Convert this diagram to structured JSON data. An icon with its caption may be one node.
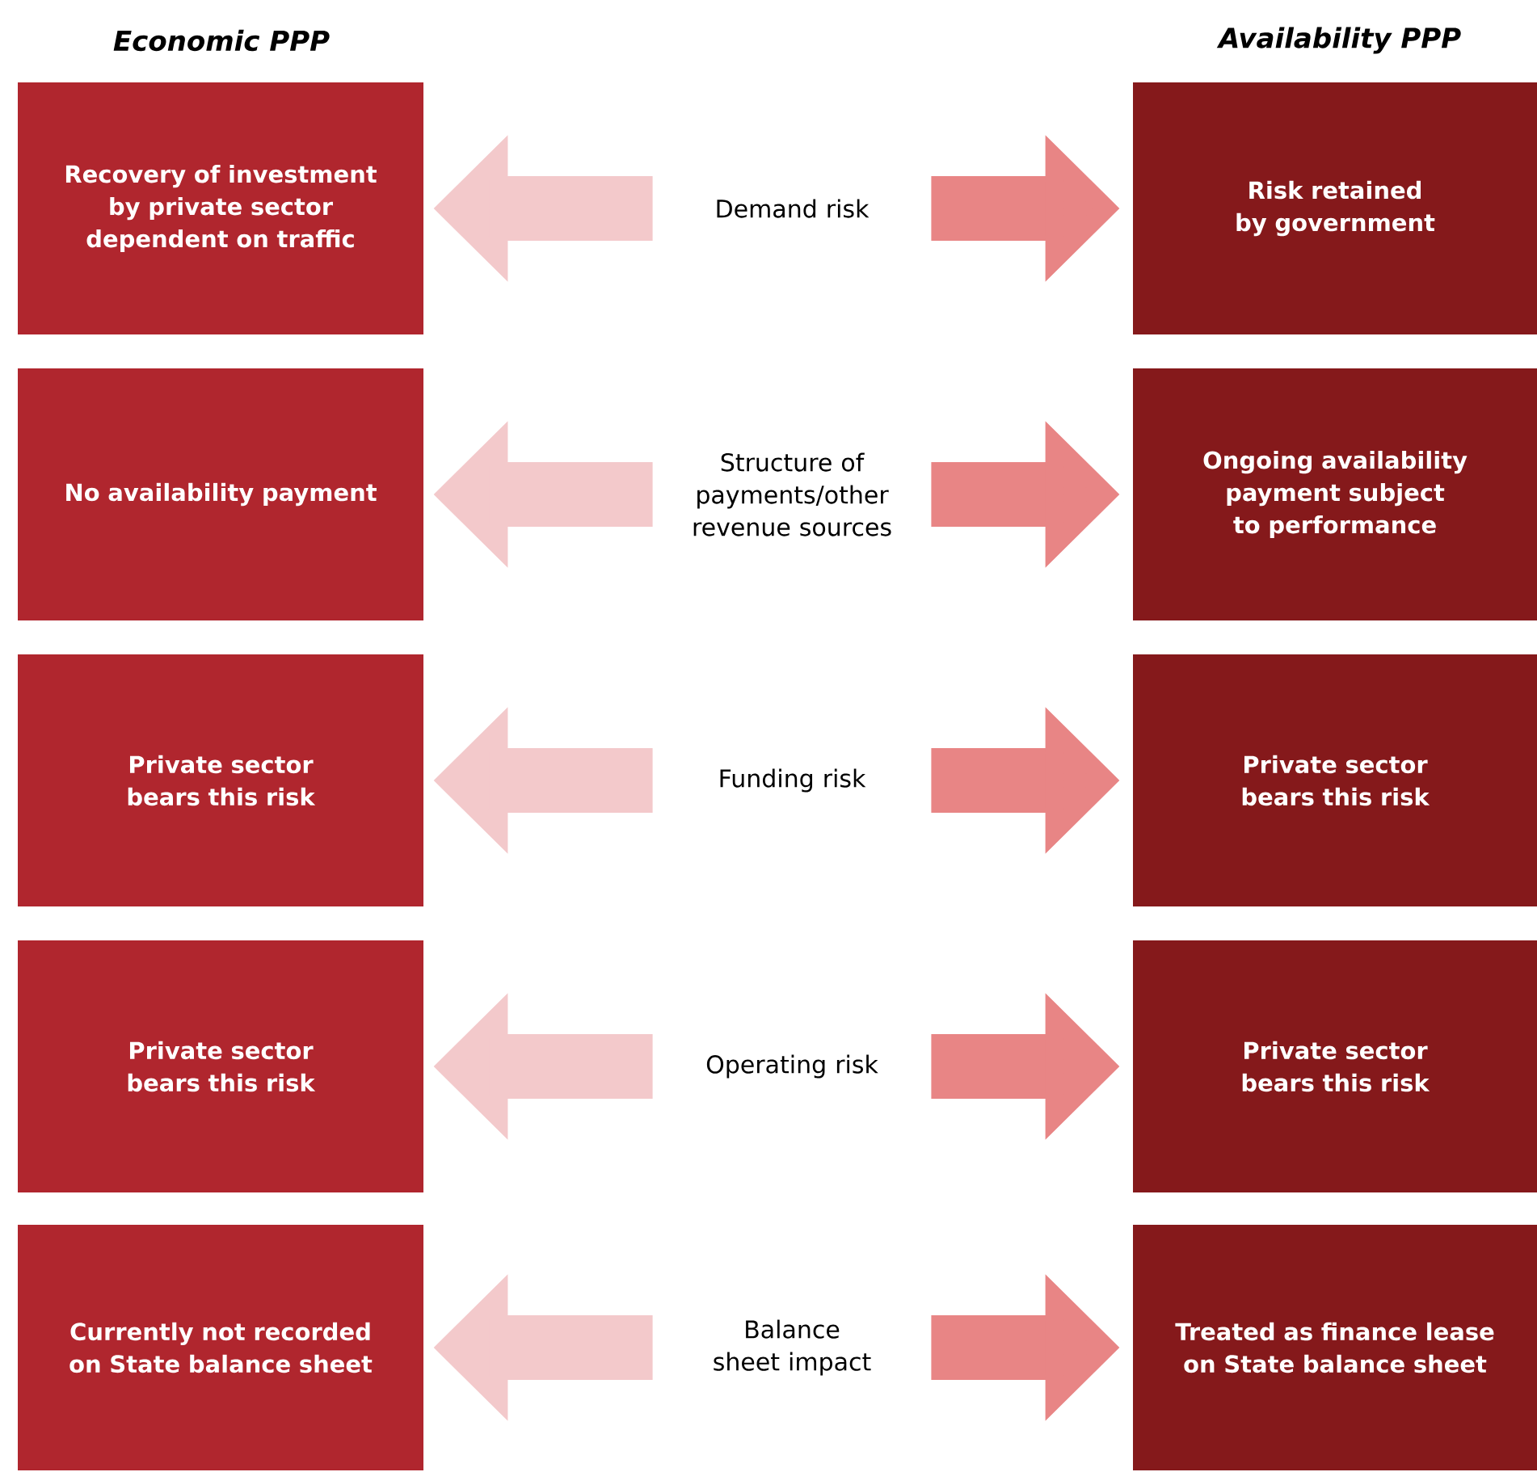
{
  "diagram": {
    "nodes": [
      {
        "text": [
          "Recovery of investment by private sector dependent on traffic"
        ]
      },
      {
        "text": [
          "Demand risk"
        ]
      },
      {
        "text": [
          "Risk retained by government"
        ]
      },
      {
        "text": [
          "No availability payment"
        ]
      },
      {
        "text": [
          "Structure of payments/other revenue sources"
        ]
      },
      {
        "text": [
          "Ongoing availability payment subject to performance"
        ]
      },
      {
        "text": [
          "Private sector bears this risk"
        ]
      },
      {
        "text": [
          "Funding risk"
        ]
      },
      {
        "text": [
          "Private sector bears this risk"
        ]
      },
      {
        "text": [
          "Private sector bears this risk"
        ]
      },
      {
        "text": [
          "Operating risk"
        ]
      },
      {
        "text": [
          "Private sector bears this risk"
        ]
      },
      {
        "text": [
          "Currently not recorded on State balance sheet"
        ]
      },
      {
        "text": [
          "Balance sheet impact"
        ]
      },
      {
        "text": [
          "Treated as finance lease on State balance sheet"
        ]
      }
    ],
    "edges": [
      {
        "from": 1,
        "to": 0,
        "arrow": "to",
        "color": "#f3c9cb"
      },
      {
        "from": 1,
        "to": 2,
        "arrow": "to",
        "color": "#e88585"
      },
      {
        "from": 4,
        "to": 3,
        "arrow": "to",
        "color": "#f3c9cb"
      },
      {
        "from": 4,
        "to": 5,
        "arrow": "to",
        "color": "#e88585"
      },
      {
        "from": 7,
        "to": 6,
        "arrow": "to",
        "color": "#f3c9cb"
      },
      {
        "from": 7,
        "to": 8,
        "arrow": "to",
        "color": "#e88585"
      },
      {
        "from": 10,
        "to": 9,
        "arrow": "to",
        "color": "#f3c9cb"
      },
      {
        "from": 10,
        "to": 11,
        "arrow": "to",
        "color": "#e88585"
      },
      {
        "from": 13,
        "to": 12,
        "arrow": "to",
        "color": "#f3c9cb"
      },
      {
        "from": 13,
        "to": 14,
        "arrow": "to",
        "color": "#e88585"
      }
    ],
    "labels": [
      "Economic PPP",
      "Availability PPP"
    ]
  }
}
